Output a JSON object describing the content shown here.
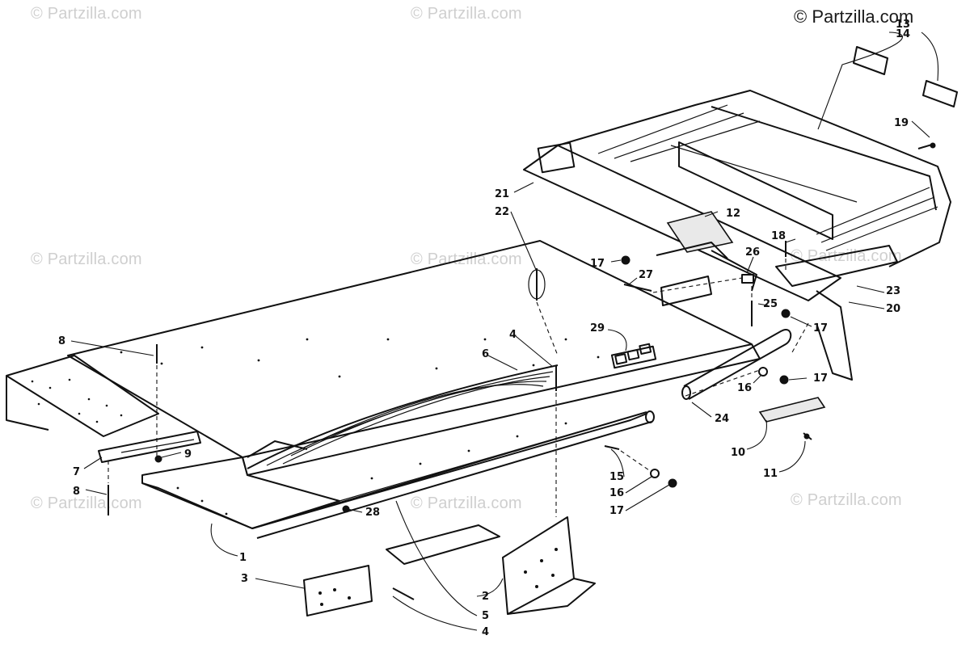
{
  "watermarks": [
    "© Partzilla.com",
    "© Partzilla.com",
    "© Partzilla.com",
    "© Partzilla.com",
    "© Partzilla.com",
    "© Partzilla.com",
    "© Partzilla.com",
    "© Partzilla.com"
  ],
  "copyright": "© Partzilla.com",
  "callouts": [
    "13",
    "14",
    "19",
    "21",
    "22",
    "12",
    "18",
    "26",
    "17",
    "27",
    "23",
    "20",
    "25",
    "17",
    "29",
    "4",
    "6",
    "16",
    "17",
    "8",
    "24",
    "10",
    "11",
    "7",
    "9",
    "8",
    "15",
    "16",
    "17",
    "28",
    "1",
    "3",
    "2",
    "5",
    "4"
  ]
}
